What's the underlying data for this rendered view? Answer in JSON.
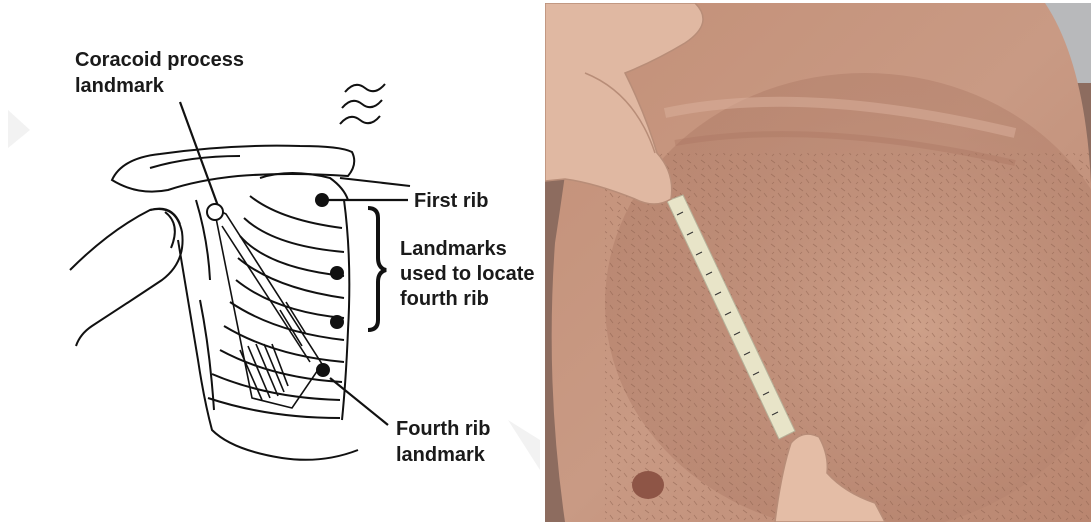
{
  "labels": {
    "coracoid_line1": "Coracoid process",
    "coracoid_line2": "landmark",
    "first_rib": "First rib",
    "landmarks_line1": "Landmarks",
    "landmarks_line2": "used to locate",
    "landmarks_line3": "fourth rib",
    "fourth_line1": "Fourth rib",
    "fourth_line2": "landmark"
  },
  "colors": {
    "ink": "#111111",
    "skin": "#c99a84",
    "skin_shadow": "#9e6f5c",
    "tape": "#e8e4c8",
    "background": "#ffffff"
  }
}
